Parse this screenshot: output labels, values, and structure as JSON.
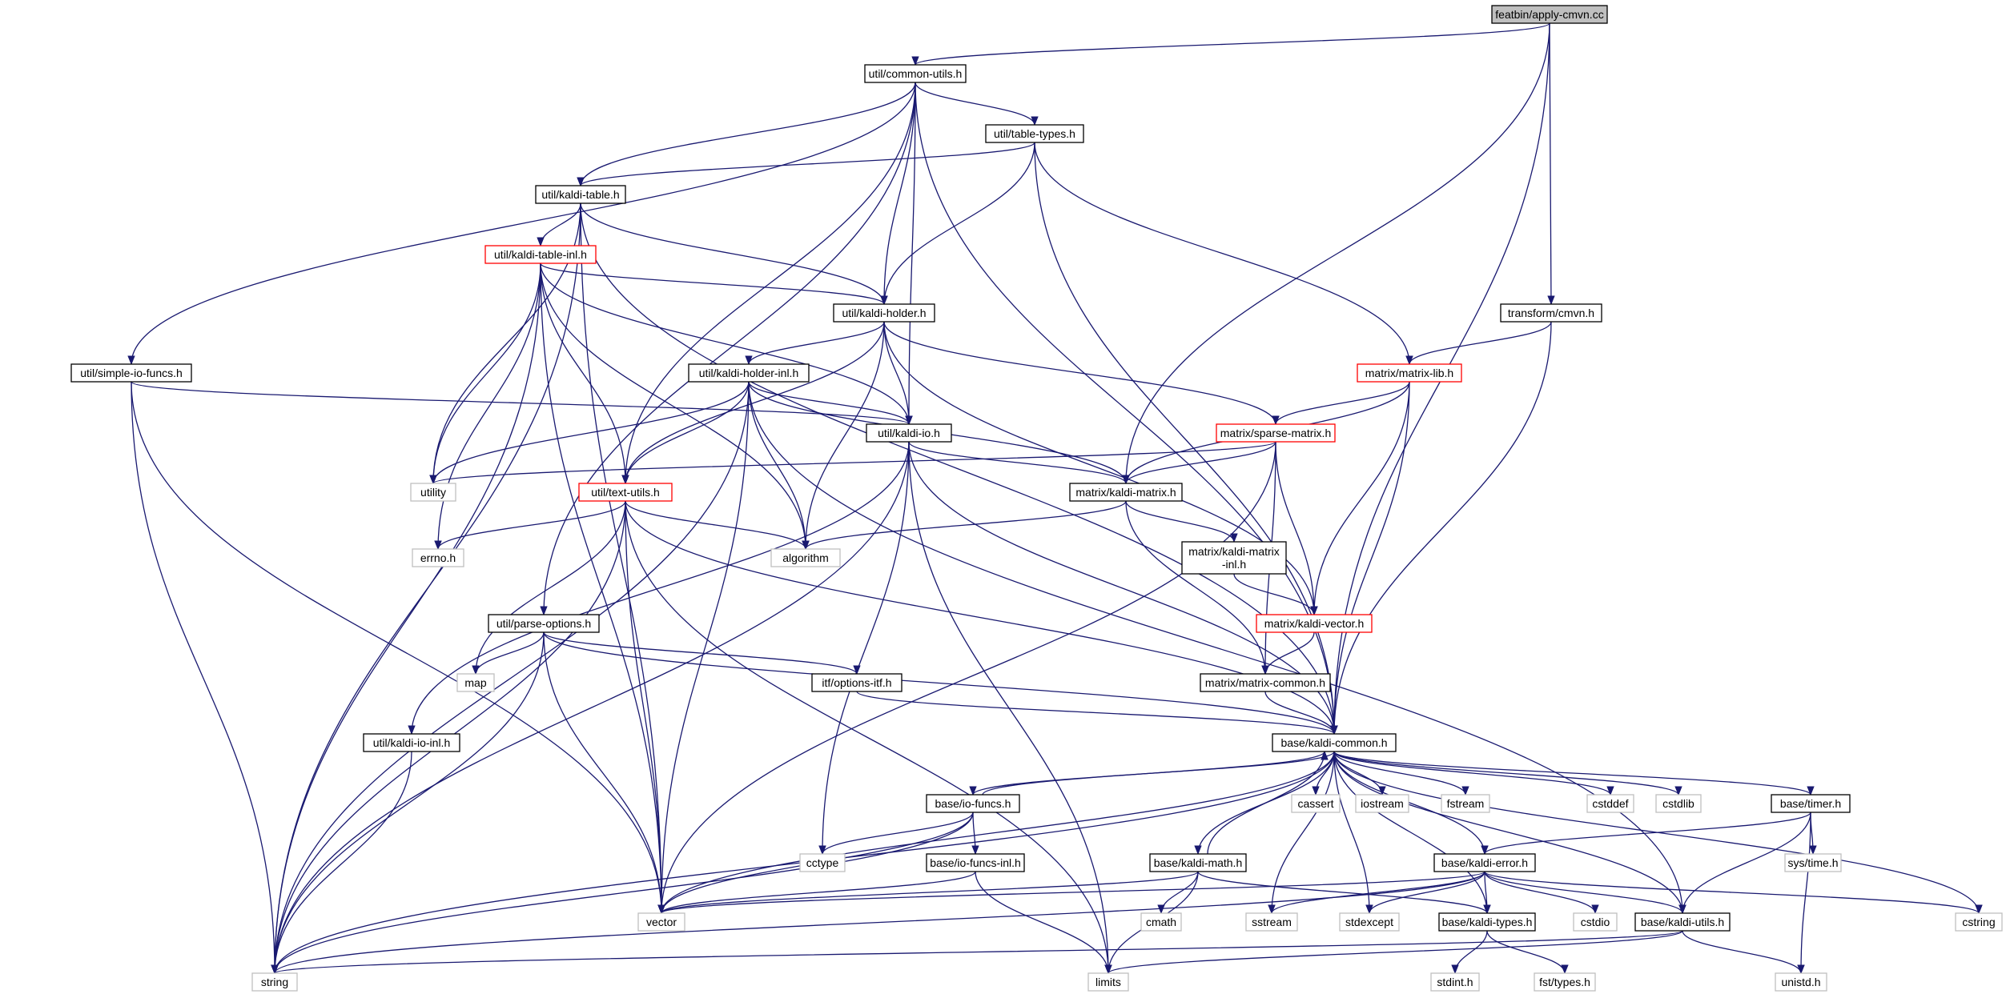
{
  "graph": {
    "colors": {
      "root_fill": "#bfbfbf",
      "node_border": "#000000",
      "truncated_border": "#ff0000",
      "system_border": "#bfbfbf",
      "edge": "#191970"
    },
    "nodes": [
      {
        "id": "apply",
        "label": "featbin/apply-cmvn.cc",
        "kind": "root"
      },
      {
        "id": "common",
        "label": "util/common-utils.h",
        "kind": "normal"
      },
      {
        "id": "tabletypes",
        "label": "util/table-types.h",
        "kind": "normal"
      },
      {
        "id": "kalditable",
        "label": "util/kaldi-table.h",
        "kind": "normal"
      },
      {
        "id": "tableinl",
        "label": "util/kaldi-table-inl.h",
        "kind": "truncated"
      },
      {
        "id": "holder",
        "label": "util/kaldi-holder.h",
        "kind": "normal"
      },
      {
        "id": "cmvn",
        "label": "transform/cmvn.h",
        "kind": "normal"
      },
      {
        "id": "simpleio",
        "label": "util/simple-io-funcs.h",
        "kind": "normal"
      },
      {
        "id": "holderinl",
        "label": "util/kaldi-holder-inl.h",
        "kind": "normal"
      },
      {
        "id": "matrixlib",
        "label": "matrix/matrix-lib.h",
        "kind": "truncated"
      },
      {
        "id": "kaldiio",
        "label": "util/kaldi-io.h",
        "kind": "normal"
      },
      {
        "id": "sparse",
        "label": "matrix/sparse-matrix.h",
        "kind": "truncated"
      },
      {
        "id": "utility",
        "label": "utility",
        "kind": "system"
      },
      {
        "id": "textutils",
        "label": "util/text-utils.h",
        "kind": "truncated"
      },
      {
        "id": "kaldimatrix",
        "label": "matrix/kaldi-matrix.h",
        "kind": "normal"
      },
      {
        "id": "errno",
        "label": "errno.h",
        "kind": "system"
      },
      {
        "id": "algorithm",
        "label": "algorithm",
        "kind": "system"
      },
      {
        "id": "matrixinl",
        "label": "matrix/kaldi-matrix\n-inl.h",
        "kind": "normal"
      },
      {
        "id": "parseopts",
        "label": "util/parse-options.h",
        "kind": "normal"
      },
      {
        "id": "kaldivector",
        "label": "matrix/kaldi-vector.h",
        "kind": "truncated"
      },
      {
        "id": "map",
        "label": "map",
        "kind": "system"
      },
      {
        "id": "optionsitf",
        "label": "itf/options-itf.h",
        "kind": "normal"
      },
      {
        "id": "matrixcommon",
        "label": "matrix/matrix-common.h",
        "kind": "normal"
      },
      {
        "id": "kaldiioinl",
        "label": "util/kaldi-io-inl.h",
        "kind": "normal"
      },
      {
        "id": "kaldicommon",
        "label": "base/kaldi-common.h",
        "kind": "normal"
      },
      {
        "id": "cassert",
        "label": "cassert",
        "kind": "system"
      },
      {
        "id": "iostream",
        "label": "iostream",
        "kind": "system"
      },
      {
        "id": "fstream",
        "label": "fstream",
        "kind": "system"
      },
      {
        "id": "cstddef",
        "label": "cstddef",
        "kind": "system"
      },
      {
        "id": "cstdlib",
        "label": "cstdlib",
        "kind": "system"
      },
      {
        "id": "iofuncs",
        "label": "base/io-funcs.h",
        "kind": "normal"
      },
      {
        "id": "timer",
        "label": "base/timer.h",
        "kind": "normal"
      },
      {
        "id": "cctype",
        "label": "cctype",
        "kind": "system"
      },
      {
        "id": "iofuncsinl",
        "label": "base/io-funcs-inl.h",
        "kind": "normal"
      },
      {
        "id": "systime",
        "label": "sys/time.h",
        "kind": "system"
      },
      {
        "id": "kaldimath",
        "label": "base/kaldi-math.h",
        "kind": "normal"
      },
      {
        "id": "kaldierror",
        "label": "base/kaldi-error.h",
        "kind": "normal"
      },
      {
        "id": "vector",
        "label": "vector",
        "kind": "system"
      },
      {
        "id": "cmath",
        "label": "cmath",
        "kind": "system"
      },
      {
        "id": "sstream",
        "label": "sstream",
        "kind": "system"
      },
      {
        "id": "stdexcept",
        "label": "stdexcept",
        "kind": "system"
      },
      {
        "id": "kalditypes",
        "label": "base/kaldi-types.h",
        "kind": "normal"
      },
      {
        "id": "cstdio",
        "label": "cstdio",
        "kind": "system"
      },
      {
        "id": "kaldiutils",
        "label": "base/kaldi-utils.h",
        "kind": "normal"
      },
      {
        "id": "cstring",
        "label": "cstring",
        "kind": "system"
      },
      {
        "id": "string",
        "label": "string",
        "kind": "system"
      },
      {
        "id": "limits",
        "label": "limits",
        "kind": "system"
      },
      {
        "id": "stdint",
        "label": "stdint.h",
        "kind": "system"
      },
      {
        "id": "fsttypes",
        "label": "fst/types.h",
        "kind": "system"
      },
      {
        "id": "unistd",
        "label": "unistd.h",
        "kind": "system"
      }
    ],
    "edges": [
      [
        "apply",
        "common"
      ],
      [
        "apply",
        "kaldimatrix"
      ],
      [
        "apply",
        "cmvn"
      ],
      [
        "apply",
        "kaldicommon"
      ],
      [
        "common",
        "kaldicommon"
      ],
      [
        "common",
        "parseopts"
      ],
      [
        "common",
        "kaldiio"
      ],
      [
        "common",
        "holder"
      ],
      [
        "common",
        "simpleio"
      ],
      [
        "common",
        "kalditable"
      ],
      [
        "common",
        "tabletypes"
      ],
      [
        "common",
        "textutils"
      ],
      [
        "tabletypes",
        "kalditable"
      ],
      [
        "tabletypes",
        "holder"
      ],
      [
        "tabletypes",
        "matrixlib"
      ],
      [
        "tabletypes",
        "kaldicommon"
      ],
      [
        "kalditable",
        "tableinl"
      ],
      [
        "kalditable",
        "holder"
      ],
      [
        "kalditable",
        "utility"
      ],
      [
        "kalditable",
        "vector"
      ],
      [
        "kalditable",
        "string"
      ],
      [
        "kalditable",
        "kaldicommon"
      ],
      [
        "tableinl",
        "holder"
      ],
      [
        "tableinl",
        "kaldiio"
      ],
      [
        "tableinl",
        "textutils"
      ],
      [
        "tableinl",
        "utility"
      ],
      [
        "tableinl",
        "errno"
      ],
      [
        "tableinl",
        "algorithm"
      ],
      [
        "tableinl",
        "vector"
      ],
      [
        "tableinl",
        "string"
      ],
      [
        "holder",
        "holderinl"
      ],
      [
        "holder",
        "kaldiio"
      ],
      [
        "holder",
        "textutils"
      ],
      [
        "holder",
        "sparse"
      ],
      [
        "holder",
        "kaldivector"
      ],
      [
        "holder",
        "algorithm"
      ],
      [
        "cmvn",
        "matrixlib"
      ],
      [
        "cmvn",
        "kaldicommon"
      ],
      [
        "simpleio",
        "kaldiio"
      ],
      [
        "simpleio",
        "string"
      ],
      [
        "simpleio",
        "vector"
      ],
      [
        "holderinl",
        "kaldiio"
      ],
      [
        "holderinl",
        "textutils"
      ],
      [
        "holderinl",
        "kaldimatrix"
      ],
      [
        "holderinl",
        "kaldiutils"
      ],
      [
        "holderinl",
        "utility"
      ],
      [
        "holderinl",
        "string"
      ],
      [
        "holderinl",
        "vector"
      ],
      [
        "holderinl",
        "algorithm"
      ],
      [
        "matrixlib",
        "sparse"
      ],
      [
        "matrixlib",
        "kaldimatrix"
      ],
      [
        "matrixlib",
        "kaldivector"
      ],
      [
        "matrixlib",
        "kaldicommon"
      ],
      [
        "kaldiio",
        "kaldicommon"
      ],
      [
        "kaldiio",
        "kaldimatrix"
      ],
      [
        "kaldiio",
        "kaldiioinl"
      ],
      [
        "kaldiio",
        "string"
      ],
      [
        "kaldiio",
        "cctype"
      ],
      [
        "kaldiio",
        "limits"
      ],
      [
        "sparse",
        "kaldimatrix"
      ],
      [
        "sparse",
        "kaldivector"
      ],
      [
        "sparse",
        "matrixcommon"
      ],
      [
        "sparse",
        "utility"
      ],
      [
        "sparse",
        "vector"
      ],
      [
        "textutils",
        "errno"
      ],
      [
        "textutils",
        "string"
      ],
      [
        "textutils",
        "algorithm"
      ],
      [
        "textutils",
        "map"
      ],
      [
        "textutils",
        "vector"
      ],
      [
        "textutils",
        "limits"
      ],
      [
        "textutils",
        "kaldicommon"
      ],
      [
        "kaldimatrix",
        "matrixinl"
      ],
      [
        "kaldimatrix",
        "matrixcommon"
      ],
      [
        "kaldimatrix",
        "algorithm"
      ],
      [
        "matrixinl",
        "kaldivector"
      ],
      [
        "parseopts",
        "map"
      ],
      [
        "parseopts",
        "vector"
      ],
      [
        "parseopts",
        "string"
      ],
      [
        "parseopts",
        "optionsitf"
      ],
      [
        "parseopts",
        "kaldicommon"
      ],
      [
        "kaldivector",
        "matrixcommon"
      ],
      [
        "optionsitf",
        "kaldicommon"
      ],
      [
        "matrixcommon",
        "kaldicommon"
      ],
      [
        "kaldiioinl",
        "string"
      ],
      [
        "kaldicommon",
        "vector"
      ],
      [
        "kaldicommon",
        "string"
      ],
      [
        "kaldicommon",
        "cassert"
      ],
      [
        "kaldicommon",
        "iostream"
      ],
      [
        "kaldicommon",
        "fstream"
      ],
      [
        "kaldicommon",
        "cstddef"
      ],
      [
        "kaldicommon",
        "cstdlib"
      ],
      [
        "kaldicommon",
        "iofuncs"
      ],
      [
        "kaldicommon",
        "timer"
      ],
      [
        "kaldicommon",
        "kaldimath"
      ],
      [
        "kaldicommon",
        "kaldierror"
      ],
      [
        "kaldicommon",
        "sstream"
      ],
      [
        "kaldicommon",
        "stdexcept"
      ],
      [
        "kaldicommon",
        "kalditypes"
      ],
      [
        "kaldicommon",
        "kaldiutils"
      ],
      [
        "kaldicommon",
        "cstring"
      ],
      [
        "iofuncs",
        "kaldicommon"
      ],
      [
        "iofuncs",
        "cctype"
      ],
      [
        "iofuncs",
        "iofuncsinl"
      ],
      [
        "iofuncs",
        "vector"
      ],
      [
        "iofuncs",
        "string"
      ],
      [
        "iofuncsinl",
        "vector"
      ],
      [
        "iofuncsinl",
        "limits"
      ],
      [
        "timer",
        "systime"
      ],
      [
        "timer",
        "unistd"
      ],
      [
        "timer",
        "kaldierror"
      ],
      [
        "timer",
        "kaldiutils"
      ],
      [
        "kaldimath",
        "kaldicommon"
      ],
      [
        "kaldimath",
        "vector"
      ],
      [
        "kaldimath",
        "cmath"
      ],
      [
        "kaldimath",
        "limits"
      ],
      [
        "kaldimath",
        "kalditypes"
      ],
      [
        "kaldierror",
        "vector"
      ],
      [
        "kaldierror",
        "string"
      ],
      [
        "kaldierror",
        "sstream"
      ],
      [
        "kaldierror",
        "stdexcept"
      ],
      [
        "kaldierror",
        "kalditypes"
      ],
      [
        "kaldierror",
        "cstdio"
      ],
      [
        "kaldierror",
        "kaldiutils"
      ],
      [
        "kaldierror",
        "cstring"
      ],
      [
        "kalditypes",
        "stdint"
      ],
      [
        "kalditypes",
        "fsttypes"
      ],
      [
        "kaldiutils",
        "string"
      ],
      [
        "kaldiutils",
        "limits"
      ],
      [
        "kaldiutils",
        "unistd"
      ]
    ]
  }
}
